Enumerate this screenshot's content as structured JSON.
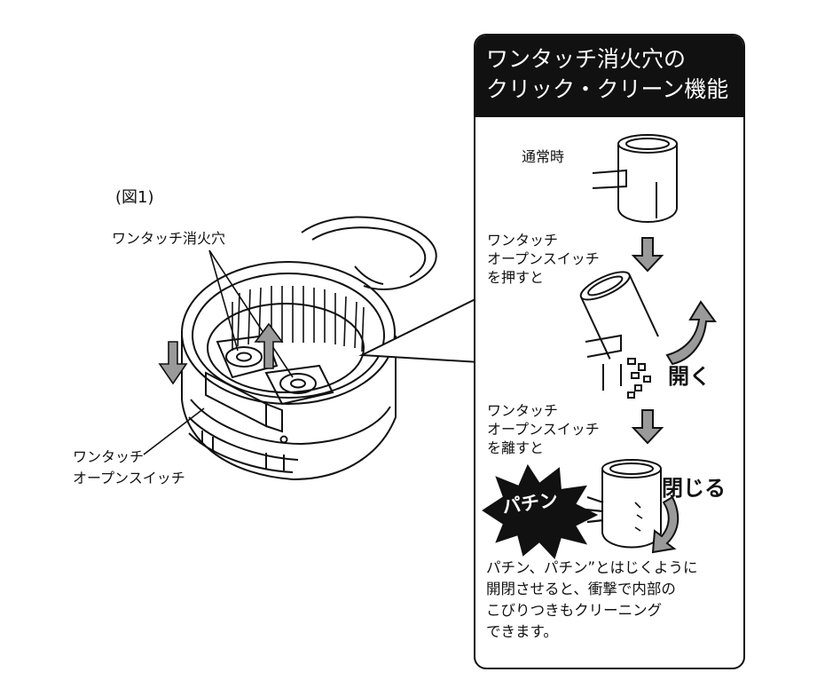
{
  "figure_label": "(図1)",
  "callouts": {
    "top": "ワンタッチ消火穴",
    "bottom_lines": [
      "ワンタッチ",
      "オープンスイッチ"
    ]
  },
  "panel": {
    "header_lines": [
      "ワンタッチ消火穴の",
      "クリック・クリーン機能"
    ],
    "normal_label": "通常時",
    "press_lines": [
      "ワンタッチ",
      "オープンスイッチ",
      "を押すと"
    ],
    "open_label": "開く",
    "release_lines": [
      "ワンタッチ",
      "オープンスイッチ",
      "を離すと"
    ],
    "close_label": "閉じる",
    "burst_text": "パチン",
    "caption_lines": [
      "パチン、パチン”とはじくように",
      "開閉させると、衝撃で内部の",
      "こびりつきもクリーニング",
      "できます。"
    ]
  }
}
